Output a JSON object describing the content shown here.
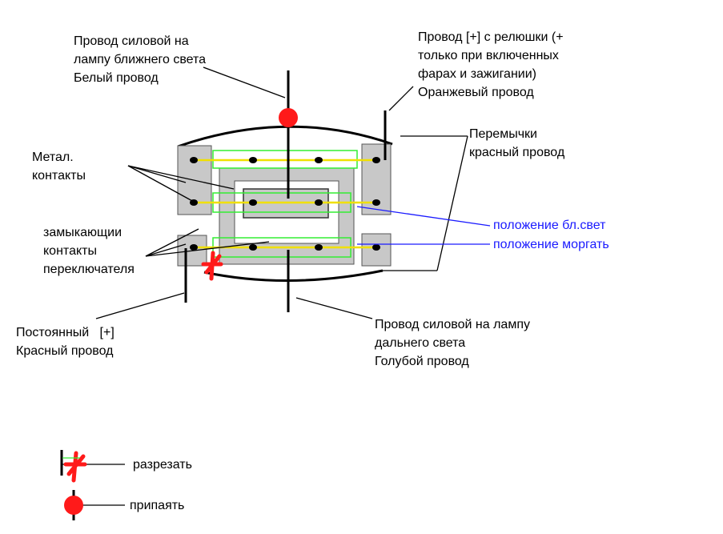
{
  "labels": {
    "low_beam_wire": [
      "Провод силовой на",
      "лампу ближнего света",
      "Белый провод"
    ],
    "relay_wire": [
      "Провод [+] с релюшки (+",
      "только при включенных",
      "фарах и зажигании)",
      "Оранжевый провод"
    ],
    "jumpers": [
      "Перемычки",
      "красный провод"
    ],
    "metal_contacts": [
      "Метал.",
      "контакты"
    ],
    "switch_contacts": [
      "замыкающии",
      "контакты",
      "переключателя"
    ],
    "low_beam_position": "положение бл.свет",
    "flash_position": "положение моргать",
    "constant_plus": [
      "Постоянный   [+]",
      "Красный провод"
    ],
    "high_beam_wire": [
      "Провод силовой на лампу",
      "дальнего света",
      "Голубой провод"
    ]
  },
  "legend": {
    "cut": "разрезать",
    "solder": "припаять"
  },
  "colors": {
    "cut_mark": "#ff1a1a",
    "solder_mark": "#ff1a1a",
    "jumper": "#f0e000",
    "frame": "#33ee33",
    "blue_text": "#1a1aff",
    "body": "#c8c8c8"
  }
}
